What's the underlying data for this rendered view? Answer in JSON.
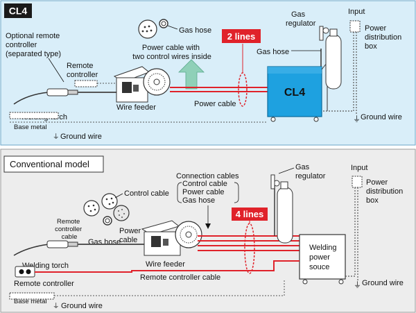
{
  "colors": {
    "top_panel_bg": "#d9eef9",
    "bottom_panel_bg": "#ededed",
    "cl4_unit": "#1ea1e0",
    "cable_red": "#e0222a",
    "badge_red": "#e0222a",
    "title_badge": "#1a1a1a",
    "arrow_green": "#8fd0b8"
  },
  "top": {
    "title": "CL4",
    "unit_label": "CL4",
    "badge": "2 lines",
    "labels": {
      "optional_remote": [
        "Optional remote",
        "controller",
        "(separated type)"
      ],
      "remote_controller": [
        "Remote",
        "controller"
      ],
      "welding_torch": "Welding torch",
      "wire_feeder": "Wire feeder",
      "power_cable": "Power cable",
      "gas_hose_icon": "Gas hose",
      "cable_desc": [
        "Power cable with",
        "two control wires inside"
      ],
      "gas_hose": "Gas hose",
      "gas_regulator": [
        "Gas",
        "regulator"
      ],
      "input": "Input",
      "power_distribution": [
        "Power",
        "distribution",
        "box"
      ],
      "ground_wire_right": "Ground wire",
      "base_metal": "Base metal",
      "ground_wire_left": "Ground wire"
    }
  },
  "bottom": {
    "title": "Conventional model",
    "badge": "4 lines",
    "labels": {
      "control_cable": "Control cable",
      "remote_controller_cable": [
        "Remote",
        "controller",
        "cable"
      ],
      "gas_hose_icon": "Gas hose",
      "power_cable_icon": [
        "Power",
        "cable"
      ],
      "connection_cables": "Connection cables",
      "connection_list": [
        "Control cable",
        "Power cable",
        "Gas hose"
      ],
      "gas_regulator": [
        "Gas",
        "regulator"
      ],
      "input": "Input",
      "power_distribution": [
        "Power",
        "distribution",
        "box"
      ],
      "welding_torch": "Welding torch",
      "wire_feeder": "Wire feeder",
      "remote_controller": "Remote controller",
      "remote_controller_cable_label": "Remote controller cable",
      "welding_power_source": [
        "Welding",
        "power",
        "souce"
      ],
      "ground_wire_right": "Ground wire",
      "base_metal": "Base metal",
      "ground_wire_left": "Ground wire"
    }
  }
}
